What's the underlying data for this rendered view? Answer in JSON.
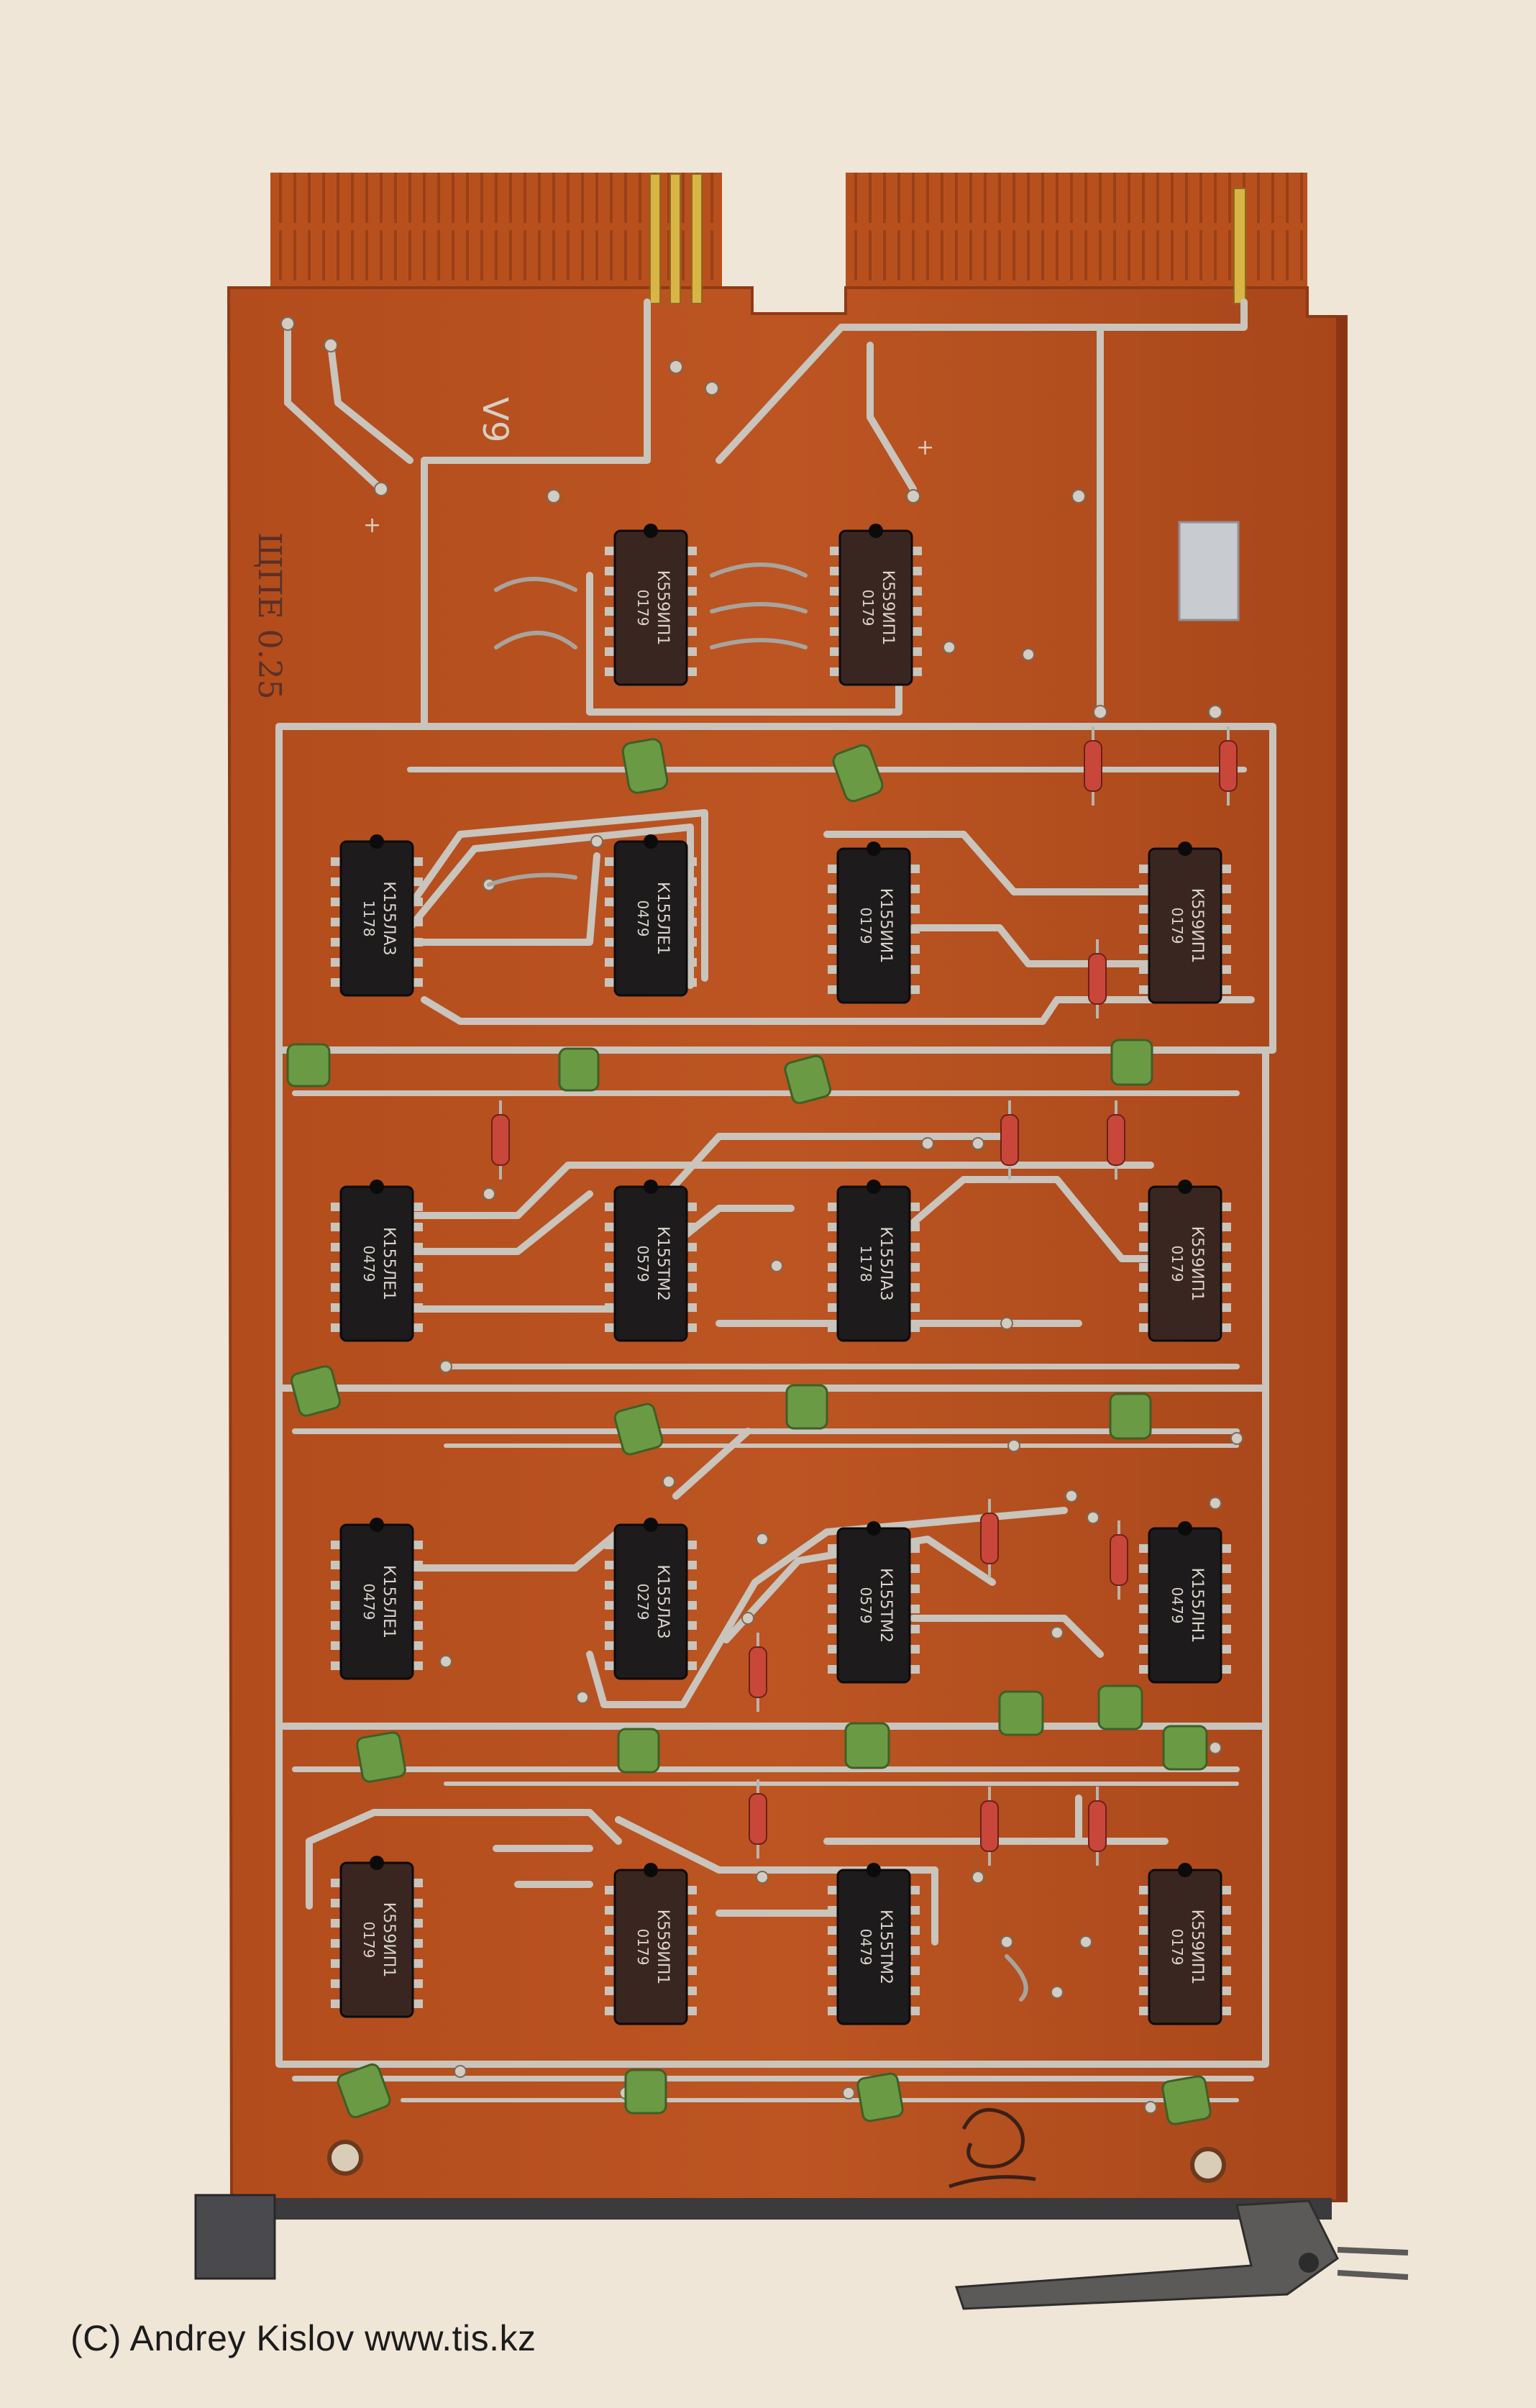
{
  "credit": "(C) Andrey Kislov  www.tis.kz",
  "colors": {
    "background": "#efe6d8",
    "board": "#b8501e",
    "board_edge": "#8f3a14",
    "trace": "#c9c4bc",
    "chip_black": "#1d1b1c",
    "chip_brown": "#3a2620",
    "capacitor": "#6b9a45",
    "resistor": "#c8473a"
  },
  "board": {
    "silk_top": "V9",
    "handwriting": "ЩПЕ 0.25"
  },
  "chips": [
    {
      "code": "К559ИП1",
      "date": "0179"
    },
    {
      "code": "К559ИП1",
      "date": "0179"
    },
    {
      "code": "К155ЛА3",
      "date": "1178"
    },
    {
      "code": "К155ЛЕ1",
      "date": "0479"
    },
    {
      "code": "К155ИИ1",
      "date": "0179"
    },
    {
      "code": "К559ИП1",
      "date": "0179"
    },
    {
      "code": "К155ЛЕ1",
      "date": "0479"
    },
    {
      "code": "К155ТМ2",
      "date": "0579"
    },
    {
      "code": "К155ЛА3",
      "date": "1178"
    },
    {
      "code": "К559ИП1",
      "date": "0179"
    },
    {
      "code": "К155ЛЕ1",
      "date": "0479"
    },
    {
      "code": "К155ЛА3",
      "date": "0279"
    },
    {
      "code": "К155ТМ2",
      "date": "0579"
    },
    {
      "code": "К155ЛН1",
      "date": "0479"
    },
    {
      "code": "К559ИП1",
      "date": "0179"
    },
    {
      "code": "К559ИП1",
      "date": "0179"
    },
    {
      "code": "К155ТМ2",
      "date": "0479"
    },
    {
      "code": "К559ИП1",
      "date": "0179"
    }
  ]
}
